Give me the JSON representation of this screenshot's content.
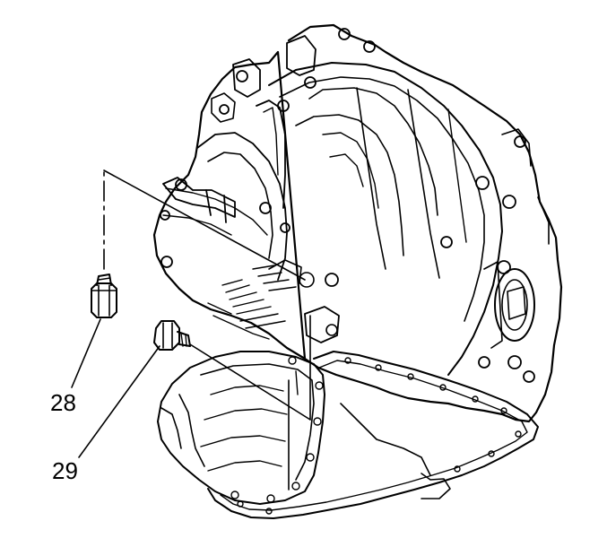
{
  "callouts": [
    {
      "id": "28",
      "label": "28"
    },
    {
      "id": "29",
      "label": "29"
    }
  ],
  "colors": {
    "line": "#000000",
    "background": "#ffffff"
  }
}
